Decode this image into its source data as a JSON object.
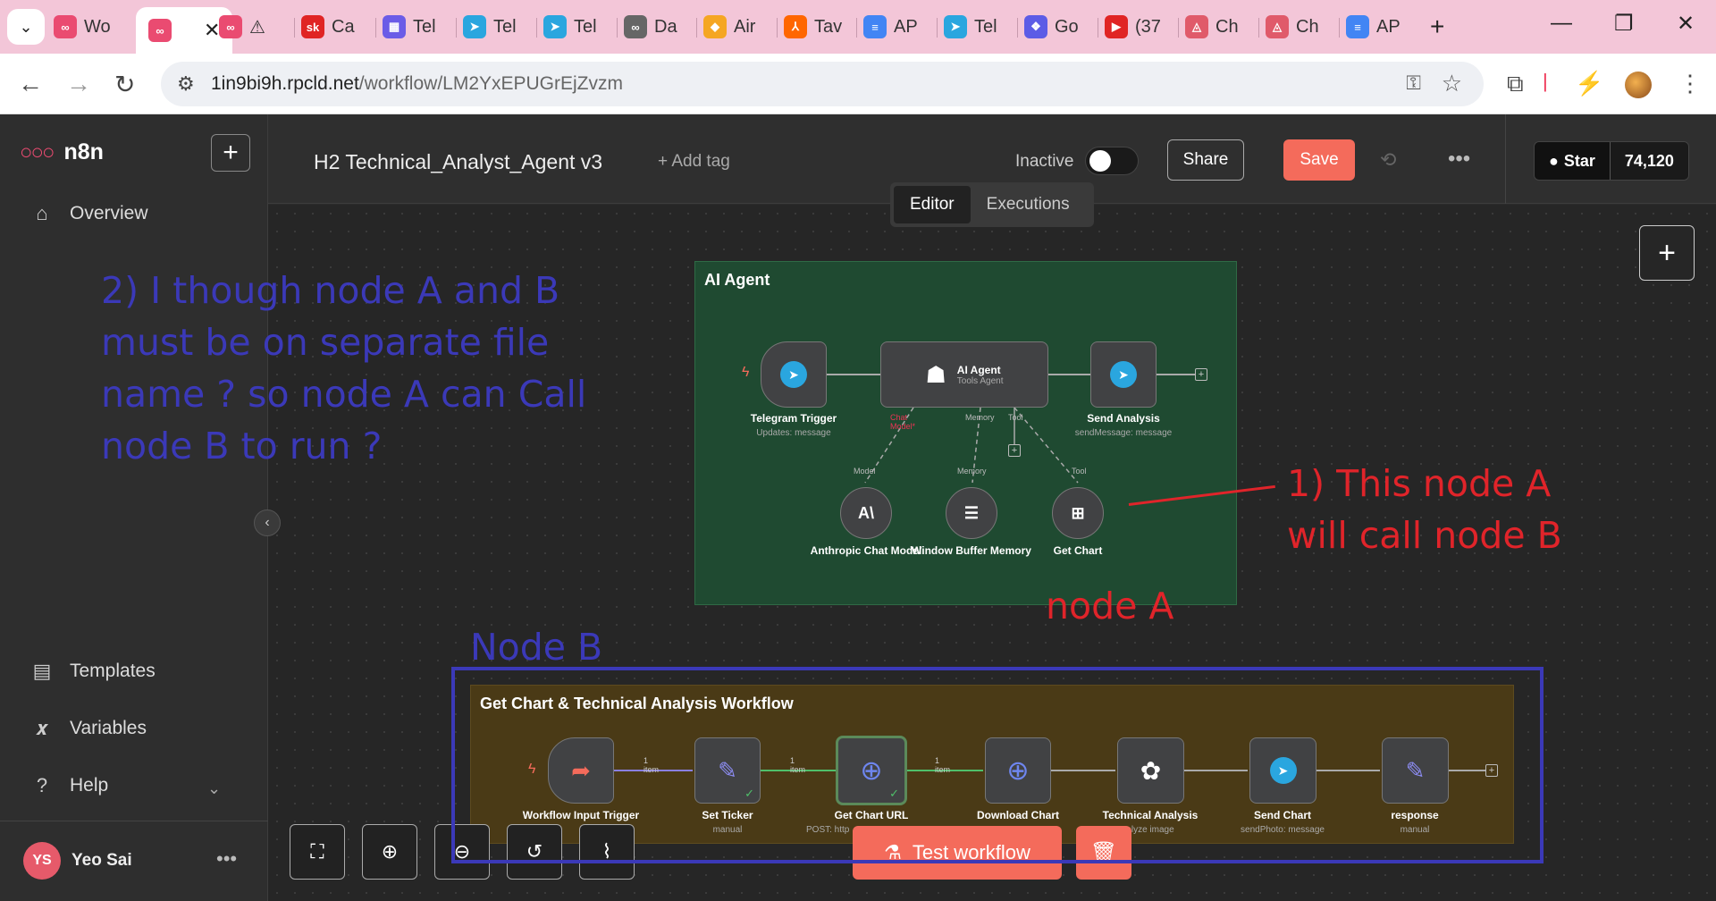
{
  "browser": {
    "tabs": [
      {
        "fav": "∞",
        "title": "Wo",
        "color": "#ea4b71"
      },
      {
        "fav": "∞",
        "title": "",
        "color": "#ea4b71",
        "active": true
      },
      {
        "fav": "∞",
        "title": "⚠",
        "color": "#ea4b71"
      },
      {
        "fav": "sk",
        "title": "Ca",
        "color": "#e02424"
      },
      {
        "fav": "▦",
        "title": "Tel",
        "color": "#6b5ce7"
      },
      {
        "fav": "➤",
        "title": "Tel",
        "color": "#2aa6df"
      },
      {
        "fav": "➤",
        "title": "Tel",
        "color": "#2aa6df"
      },
      {
        "fav": "∞",
        "title": "Da",
        "color": "#666666"
      },
      {
        "fav": "◆",
        "title": "Air",
        "color": "#f5a623"
      },
      {
        "fav": "⅄",
        "title": "Tav",
        "color": "#ff6600"
      },
      {
        "fav": "≡",
        "title": "AP",
        "color": "#4285f4"
      },
      {
        "fav": "➤",
        "title": "Tel",
        "color": "#2aa6df"
      },
      {
        "fav": "❖",
        "title": "Go",
        "color": "#5c5ce6"
      },
      {
        "fav": "▶",
        "title": "(37",
        "color": "#e02424"
      },
      {
        "fav": "◬",
        "title": "Ch",
        "color": "#e05a6a"
      },
      {
        "fav": "◬",
        "title": "Ch",
        "color": "#e05a6a"
      },
      {
        "fav": "≡",
        "title": "AP",
        "color": "#4285f4"
      }
    ],
    "url_host": "1in9bi9h.rpcld.net",
    "url_path": "/workflow/LM2YxEPUGrEjZvzm"
  },
  "sidebar": {
    "logo": "n8n",
    "overview": "Overview",
    "templates": "Templates",
    "variables": "Variables",
    "help": "Help",
    "user_initials": "YS",
    "user_name": "Yeo Sai"
  },
  "header": {
    "title": "H2 Technical_Analyst_Agent v3",
    "add_tag": "+ Add tag",
    "status": "Inactive",
    "share": "Share",
    "save": "Save",
    "github_star": "Star",
    "github_count": "74,120",
    "tab_editor": "Editor",
    "tab_executions": "Executions"
  },
  "canvas": {
    "sticky_green_title": "AI Agent",
    "sticky_brown_title": "Get Chart & Technical Analysis Workflow",
    "nodes_a": {
      "telegram_trigger": {
        "label": "Telegram Trigger",
        "sub": "Updates: message"
      },
      "ai_agent": {
        "label": "AI Agent",
        "sub": "Tools Agent"
      },
      "send_analysis": {
        "label": "Send Analysis",
        "sub": "sendMessage: message"
      },
      "anthropic": {
        "label": "Anthropic Chat Model"
      },
      "window_buffer": {
        "label": "Window Buffer Memory"
      },
      "get_chart": {
        "label": "Get Chart"
      },
      "port_chat_model": "Chat Model*",
      "port_memory": "Memory",
      "port_tool": "Tool",
      "port_model": "Model",
      "port_memory2": "Memory",
      "port_tool2": "Tool"
    },
    "nodes_b": {
      "wf_trigger": {
        "label": "Workflow Input Trigger",
        "sub": ""
      },
      "set_ticker": {
        "label": "Set Ticker",
        "sub": "manual"
      },
      "get_chart_url": {
        "label": "Get Chart URL",
        "sub": "POST: http"
      },
      "download_chart": {
        "label": "Download Chart",
        "sub": ""
      },
      "technical_analysis": {
        "label": "Technical Analysis",
        "sub": "alyze image"
      },
      "send_chart": {
        "label": "Send Chart",
        "sub": "sendPhoto: message"
      },
      "response": {
        "label": "response",
        "sub": "manual"
      },
      "item1": "1 item",
      "item2": "1 item",
      "item3": "1 item"
    }
  },
  "annotations": {
    "blue_question": "2) I though node A and B must be on separate file name ? so node A can Call node B to run ?",
    "red_note": "1) This node A will call node B",
    "node_a": "node A",
    "node_b": "Node B"
  },
  "footer": {
    "test_workflow": "Test workflow"
  }
}
